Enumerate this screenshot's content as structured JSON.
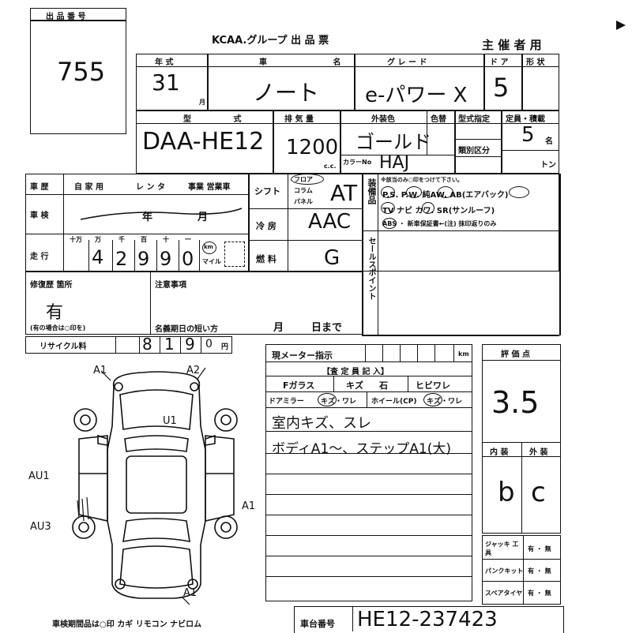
{
  "lot_box": {
    "label": "出 品 番 号",
    "value": "755"
  },
  "header": {
    "title": "KCAA.グループ 出 品 票",
    "organizer": "主 催 者 用"
  },
  "row1": {
    "year_label": "年 式",
    "year_value": "31",
    "month_unit": "月",
    "name_label": "車 名",
    "name_value": "ノート",
    "grade_label": "グ レ ー ド",
    "grade_value": "e-パワー X",
    "door_label": "ド ア",
    "door_value": "5",
    "shape_label": "形 状"
  },
  "row2": {
    "model_label": "型 式",
    "model_value": "DAA-HE12",
    "disp_label": "排 気 量",
    "disp_value": "1200",
    "disp_unit": "c.c.",
    "color_label": "外装色",
    "shade_label": "色替",
    "color_value": "ゴールド",
    "color_no_label": "カラーNo",
    "color_no_value": "HAJ",
    "designation_label": "型式指定",
    "class_label": "類別区分",
    "capacity_label": "定員・積載",
    "capacity_value": "5",
    "capacity_unit": "名",
    "load_unit": "トン"
  },
  "section3": {
    "usage_label": "車 歴",
    "usage_options": [
      "自 家 用",
      "レ ン タ",
      "事業 営業車"
    ],
    "inspection_label": "車 検",
    "inspection_year": "年",
    "inspection_month": "月",
    "mileage_label": "走 行",
    "digit_headers": [
      "十万",
      "万",
      "千",
      "百",
      "十",
      "一"
    ],
    "mileage_digits": [
      "4",
      "2",
      "9",
      "9",
      "0"
    ],
    "km_label": "km",
    "mile_label": "マイル",
    "shift_label": "シフト",
    "shift_options": [
      "フロア",
      "コラム",
      "パネル"
    ],
    "shift_value": "AT",
    "ac_label": "冷 房",
    "ac_value": "AAC",
    "fuel_label": "燃 料",
    "fuel_value": "G",
    "equip_label": "装備品",
    "equip_note": "※該当のみ○印をつけて下さい。",
    "equip_line1": "P.S. P.W. 純AW. AB(エアバック)",
    "equip_line2": "TV ナビ カワ. SR(サンルーフ)",
    "equip_line3": "ABS ・ 新車保証書←(注) 抹印返りのみ",
    "sale_points_label": "セールスポイント"
  },
  "section4": {
    "repair_label": "修復歴 箇所",
    "repair_value": "有",
    "repair_note": "(有の場合は○印を)",
    "notes_label": "注意事項",
    "deadline_label": "名義期日の短い方",
    "deadline_month": "月",
    "deadline_day": "日まで",
    "recycle_label": "リサイクル料",
    "recycle_digits": [
      "8",
      "1",
      "9",
      "0"
    ],
    "recycle_unit": "円"
  },
  "meter": {
    "label": "現メーター指示",
    "km": "km"
  },
  "remarks": {
    "header": "【査 定 員 記 入】",
    "f_glass": "Fガラス",
    "f_glass_opts": [
      "キズ",
      "石",
      "ヒビワレ"
    ],
    "mirror": "ドアミラー",
    "mirror_opts": "キズ・ワレ",
    "wheel": "ホイール(CP)",
    "wheel_opts": "キズ・ワレ",
    "line1": "室内キズ、スレ",
    "line2": "ボディA1〜、ステップA1(大)"
  },
  "evaluation": {
    "score_label": "評 価 点",
    "score_value": "3.5",
    "interior_label": "内 装",
    "exterior_label": "外 装",
    "interior_value": "b",
    "exterior_value": "c",
    "jack_label": "ジャッキ 工 具",
    "jack_value": "有 ・ 無",
    "puncture_label": "パンクキット",
    "puncture_value": "有 ・ 無",
    "spare_label": "スペアタイヤ",
    "spare_value": "有 ・ 無"
  },
  "diagram_marks": [
    "A1",
    "A2",
    "U1",
    "AU1",
    "AU3",
    "A1",
    "A1"
  ],
  "footer": {
    "items_label": "車検期間品は○印 カギ リモコン ナビロム",
    "chassis_label": "車台番号",
    "chassis_value": "HE12-237423"
  }
}
